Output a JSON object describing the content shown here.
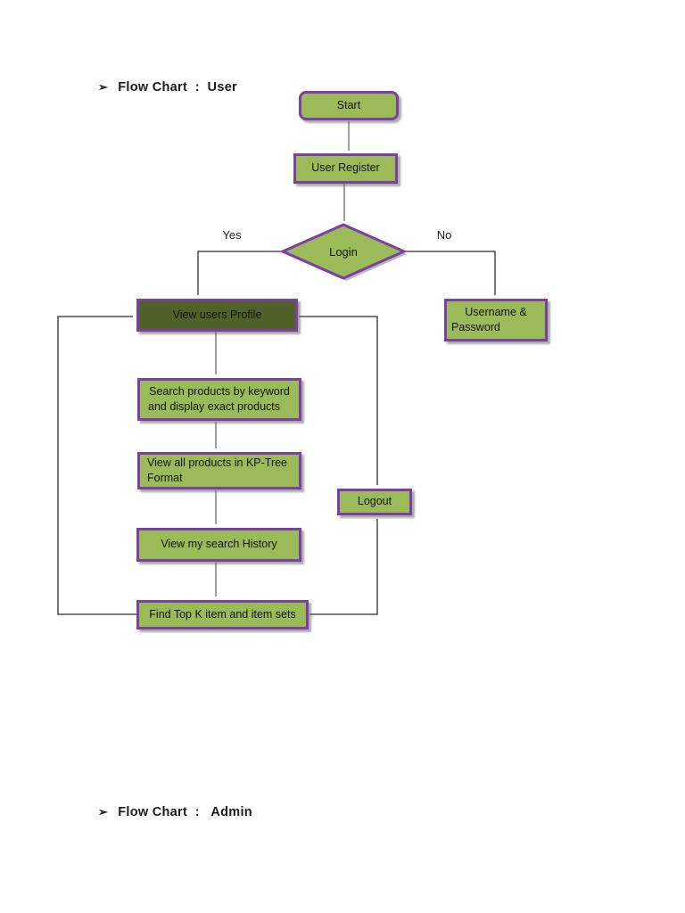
{
  "headings": {
    "user": {
      "bullet": "➢",
      "text": "Flow Chart  :  User"
    },
    "admin": {
      "bullet": "➢",
      "text": "Flow Chart  :   Admin"
    }
  },
  "flowchart": {
    "nodes": {
      "start": {
        "label": "Start",
        "shape": "rounded-rectangle"
      },
      "user_register": {
        "label": "User Register",
        "shape": "rectangle"
      },
      "login": {
        "label": "Login",
        "shape": "decision-diamond"
      },
      "view_users_profile": {
        "label": "View users Profile",
        "shape": "rectangle",
        "fill": "dark"
      },
      "username_password": {
        "line1": "Username &",
        "line2": "Password",
        "shape": "rectangle"
      },
      "search_products": {
        "line1": "Search products by keyword",
        "line2": "and display exact products",
        "shape": "rectangle"
      },
      "view_all_products": {
        "line1": "View all products in KP-Tree",
        "line2": "Format",
        "shape": "rectangle"
      },
      "view_search_history": {
        "label": "View my search History",
        "shape": "rectangle"
      },
      "find_top_k": {
        "label": "Find Top K item and item sets",
        "shape": "rectangle"
      },
      "logout": {
        "label": "Logout",
        "shape": "rectangle"
      }
    },
    "edge_labels": {
      "yes": "Yes",
      "no": "No"
    },
    "edges": [
      {
        "from": "start",
        "to": "user_register"
      },
      {
        "from": "user_register",
        "to": "login"
      },
      {
        "from": "login",
        "to": "view_users_profile",
        "label": "Yes"
      },
      {
        "from": "login",
        "to": "username_password",
        "label": "No"
      },
      {
        "from": "view_users_profile",
        "to": "search_products"
      },
      {
        "from": "search_products",
        "to": "view_all_products"
      },
      {
        "from": "view_all_products",
        "to": "view_search_history"
      },
      {
        "from": "view_search_history",
        "to": "find_top_k"
      },
      {
        "from": "view_users_profile",
        "to": "logout"
      },
      {
        "from": "find_top_k",
        "to": "logout"
      },
      {
        "from": "find_top_k",
        "to": "view_users_profile",
        "label": "loop-back"
      }
    ]
  },
  "colors": {
    "node_fill": "#9bbb59",
    "node_fill_dark": "#4f6228",
    "node_border": "#7d3fa4",
    "connector": "#6e6e6e",
    "connector_dark": "#2f2f2f",
    "text": "#141414"
  }
}
